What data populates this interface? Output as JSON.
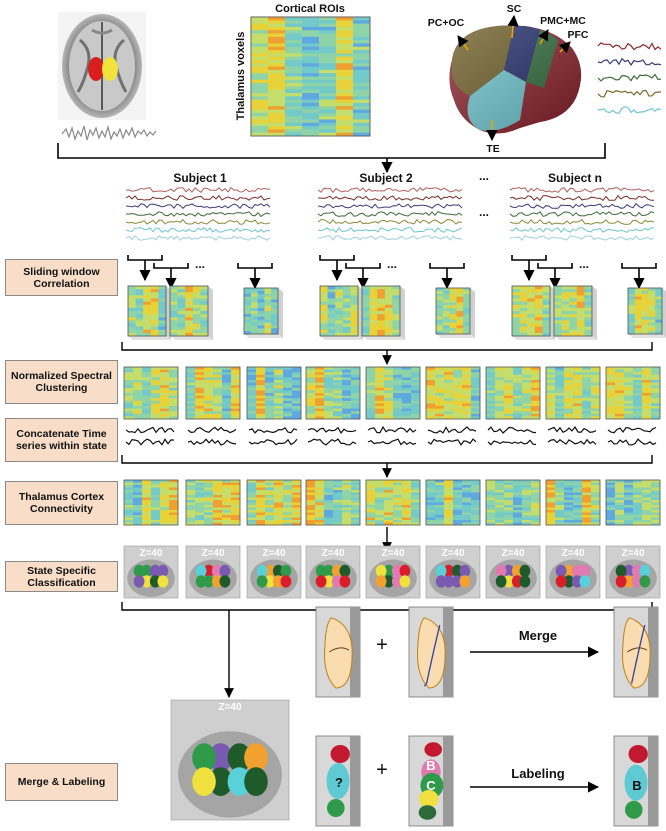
{
  "top": {
    "matrix_title": "Cortical ROIs",
    "matrix_ylabel": "Thalamus voxels",
    "brain_regions": [
      "PC+OC",
      "SC",
      "PMC+MC",
      "PFC",
      "TE"
    ]
  },
  "subjects": [
    "Subject 1",
    "Subject 2",
    "Subject n"
  ],
  "ellipsis": "...",
  "steps": [
    {
      "label": "Sliding window Correlation"
    },
    {
      "label": "Normalized Spectral Clustering"
    },
    {
      "label": "Concatenate Time series within state"
    },
    {
      "label": "Thalamus Cortex Connectivity"
    },
    {
      "label": "State Specific Classification"
    },
    {
      "label": "Merge & Labeling"
    }
  ],
  "slice_label": "Z=40",
  "merge_row": {
    "plus": "+",
    "action": "Merge"
  },
  "label_row": {
    "plus": "+",
    "action": "Labeling",
    "marks": [
      "?",
      "B",
      "C",
      "B"
    ]
  },
  "colors": {
    "label_fill": "#f8ddc8",
    "heat_low": "#3a6fd8",
    "heat_mid": "#8fd3a8",
    "heat_high": "#e8d23a",
    "heat_peak": "#e0401c",
    "tan": "#f9dcb0"
  }
}
